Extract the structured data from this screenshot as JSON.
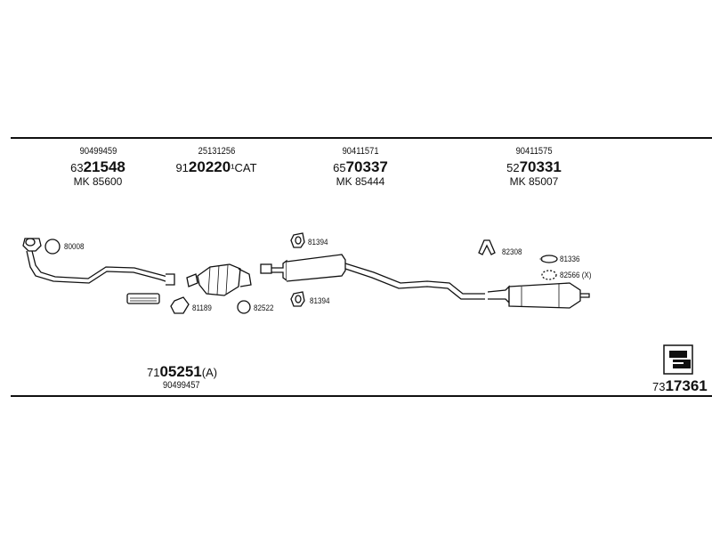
{
  "header_parts": [
    {
      "ref": "90499459",
      "code_prefix": "63",
      "code_main": "21548",
      "code_suffix": "",
      "mk": "MK 85600"
    },
    {
      "ref": "25131256",
      "code_prefix": "91",
      "code_main": "20220",
      "code_suffix": "¹CAT",
      "mk": ""
    },
    {
      "ref": "90411571",
      "code_prefix": "65",
      "code_main": "70337",
      "code_suffix": "",
      "mk": "MK 85444"
    },
    {
      "ref": "90411575",
      "code_prefix": "52",
      "code_main": "70331",
      "code_suffix": "",
      "mk": "MK 85007"
    }
  ],
  "callouts": {
    "c80008": "80008",
    "c81394_top": "81394",
    "c82308": "82308",
    "c81336": "81336",
    "c82566": "82566 (X)",
    "c81189": "81189",
    "c82522": "82522",
    "c81394_bottom": "81394"
  },
  "footer_left": {
    "code_prefix": "71",
    "code_main": "05251",
    "code_suffix": "(A)",
    "ref": "90499457"
  },
  "footer_right": {
    "code_prefix": "73",
    "code_main": "17361"
  }
}
